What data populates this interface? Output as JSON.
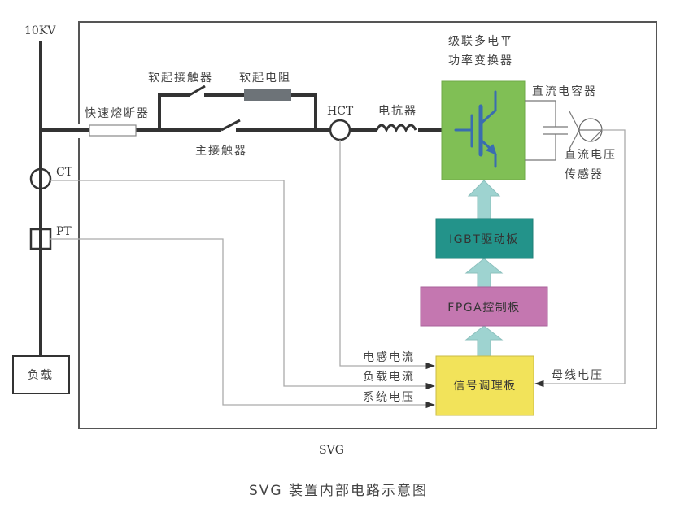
{
  "diagram": {
    "source_label": "10KV",
    "device_label": "SVG",
    "caption": "SVG 装置内部电路示意图",
    "components": {
      "fuse": "快速熔断器",
      "soft_start_contactor": "软起接触器",
      "soft_start_resistor": "软起电阻",
      "main_contactor": "主接触器",
      "hct": "HCT",
      "reactor": "电抗器",
      "converter_line1": "级联多电平",
      "converter_line2": "功率变换器",
      "dc_capacitor": "直流电容器",
      "dc_sensor_line1": "直流电压",
      "dc_sensor_line2": "传感器",
      "ct": "CT",
      "pt": "PT",
      "load": "负载"
    },
    "boards": {
      "igbt": "IGBT驱动板",
      "fpga": "FPGA控制板",
      "signal": "信号调理板"
    },
    "signals": {
      "inductor_current": "电感电流",
      "load_current": "负载电流",
      "system_voltage": "系统电压",
      "bus_voltage": "母线电压"
    },
    "colors": {
      "converter": "#80bf55",
      "igbt_symbol": "#3a6db0",
      "igbt_board": "#23938a",
      "fpga_board": "#c477b0",
      "signal_board": "#f2e35a",
      "arrow": "#9ed3d0",
      "resistor": "#6d7378",
      "wire": "#333333"
    }
  }
}
